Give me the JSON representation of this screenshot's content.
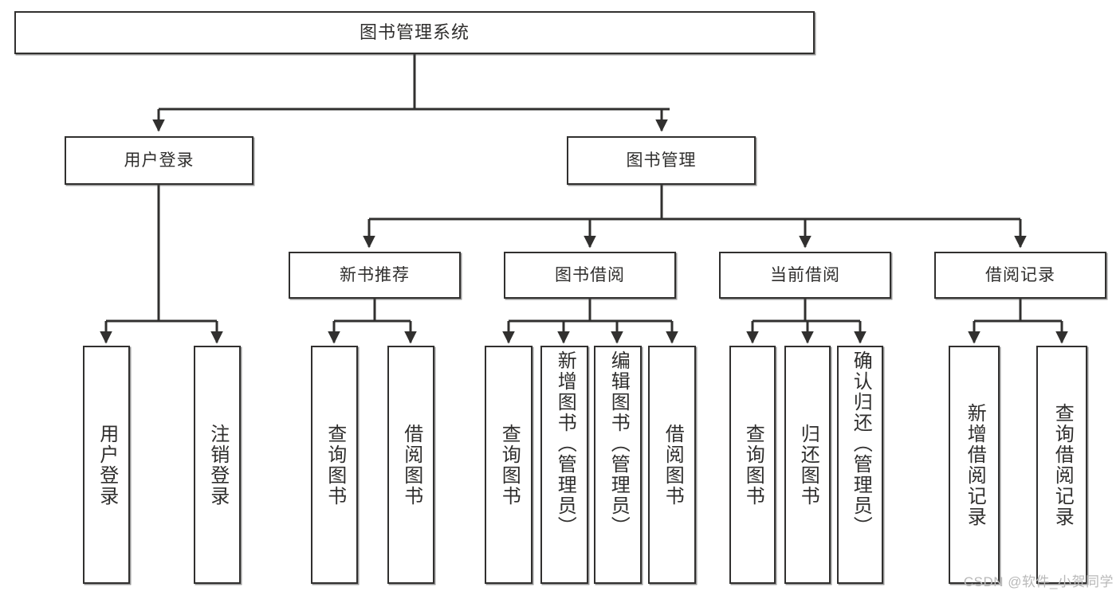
{
  "diagram": {
    "title": "图书管理系统",
    "type": "tree-hierarchy",
    "root": {
      "id": "root",
      "label": "图书管理系统"
    },
    "level2": [
      {
        "id": "user-login",
        "label": "用户登录"
      },
      {
        "id": "book-management",
        "label": "图书管理"
      }
    ],
    "level3": [
      {
        "id": "new-book-recommend",
        "label": "新书推荐"
      },
      {
        "id": "book-borrow",
        "label": "图书借阅"
      },
      {
        "id": "current-borrow",
        "label": "当前借阅"
      },
      {
        "id": "borrow-record",
        "label": "借阅记录"
      }
    ],
    "leaves": {
      "user_login": [
        {
          "id": "leaf-user-login",
          "label": "用户登录"
        },
        {
          "id": "leaf-logout-login",
          "label": "注销登录"
        }
      ],
      "new_book_recommend": [
        {
          "id": "leaf-query-book-1",
          "label": "查询图书"
        },
        {
          "id": "leaf-borrow-book-1",
          "label": "借阅图书"
        }
      ],
      "book_borrow": [
        {
          "id": "leaf-query-book-2",
          "label": "查询图书"
        },
        {
          "id": "leaf-add-book",
          "label": "新增图书（管理员）"
        },
        {
          "id": "leaf-edit-book",
          "label": "编辑图书（管理员）"
        },
        {
          "id": "leaf-borrow-book-2",
          "label": "借阅图书"
        }
      ],
      "current_borrow": [
        {
          "id": "leaf-query-book-3",
          "label": "查询图书"
        },
        {
          "id": "leaf-return-book",
          "label": "归还图书"
        },
        {
          "id": "leaf-confirm-return",
          "label": "确认归还（管理员）"
        }
      ],
      "borrow_record": [
        {
          "id": "leaf-add-record",
          "label": "新增借阅记录"
        },
        {
          "id": "leaf-query-record",
          "label": "查询借阅记录"
        }
      ]
    },
    "colors": {
      "stroke": "#31302f",
      "fill": "#ffffff",
      "text": "#2f2e2d",
      "watermark": "#b9b9b9"
    }
  },
  "watermark": {
    "text": "CSDN @软件_小贺同学"
  }
}
